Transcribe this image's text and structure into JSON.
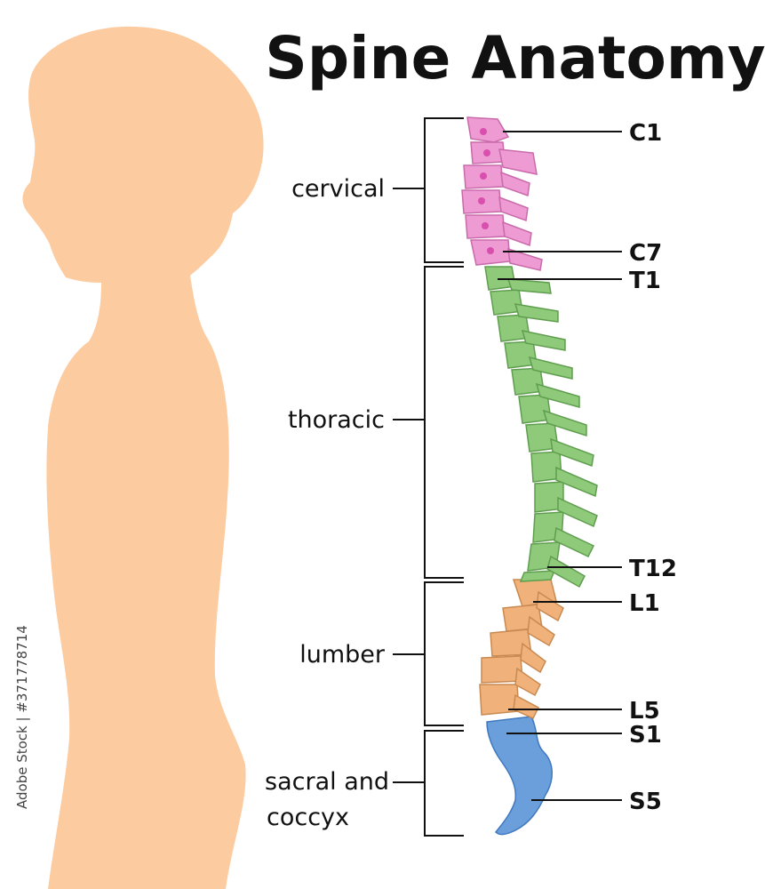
{
  "title": "Spine Anatomy",
  "regions": [
    {
      "name": "cervical",
      "lines": [
        "cervical"
      ]
    },
    {
      "name": "thoracic",
      "lines": [
        "thoracic"
      ]
    },
    {
      "name": "lumber",
      "lines": [
        "lumber"
      ]
    },
    {
      "name": "sacral",
      "lines": [
        "sacral and",
        "coccyx"
      ]
    }
  ],
  "vertebra_labels": [
    "C1",
    "C7",
    "T1",
    "T12",
    "L1",
    "L5",
    "S1",
    "S5"
  ],
  "watermark": "Adobe Stock | #371778714",
  "colors": {
    "silhouette": "#fdcba0",
    "cervical": "#ee9ad3",
    "thoracic": "#8fca7b",
    "lumbar": "#f0b27a",
    "sacral": "#6a9fdc",
    "text": "#111111"
  }
}
